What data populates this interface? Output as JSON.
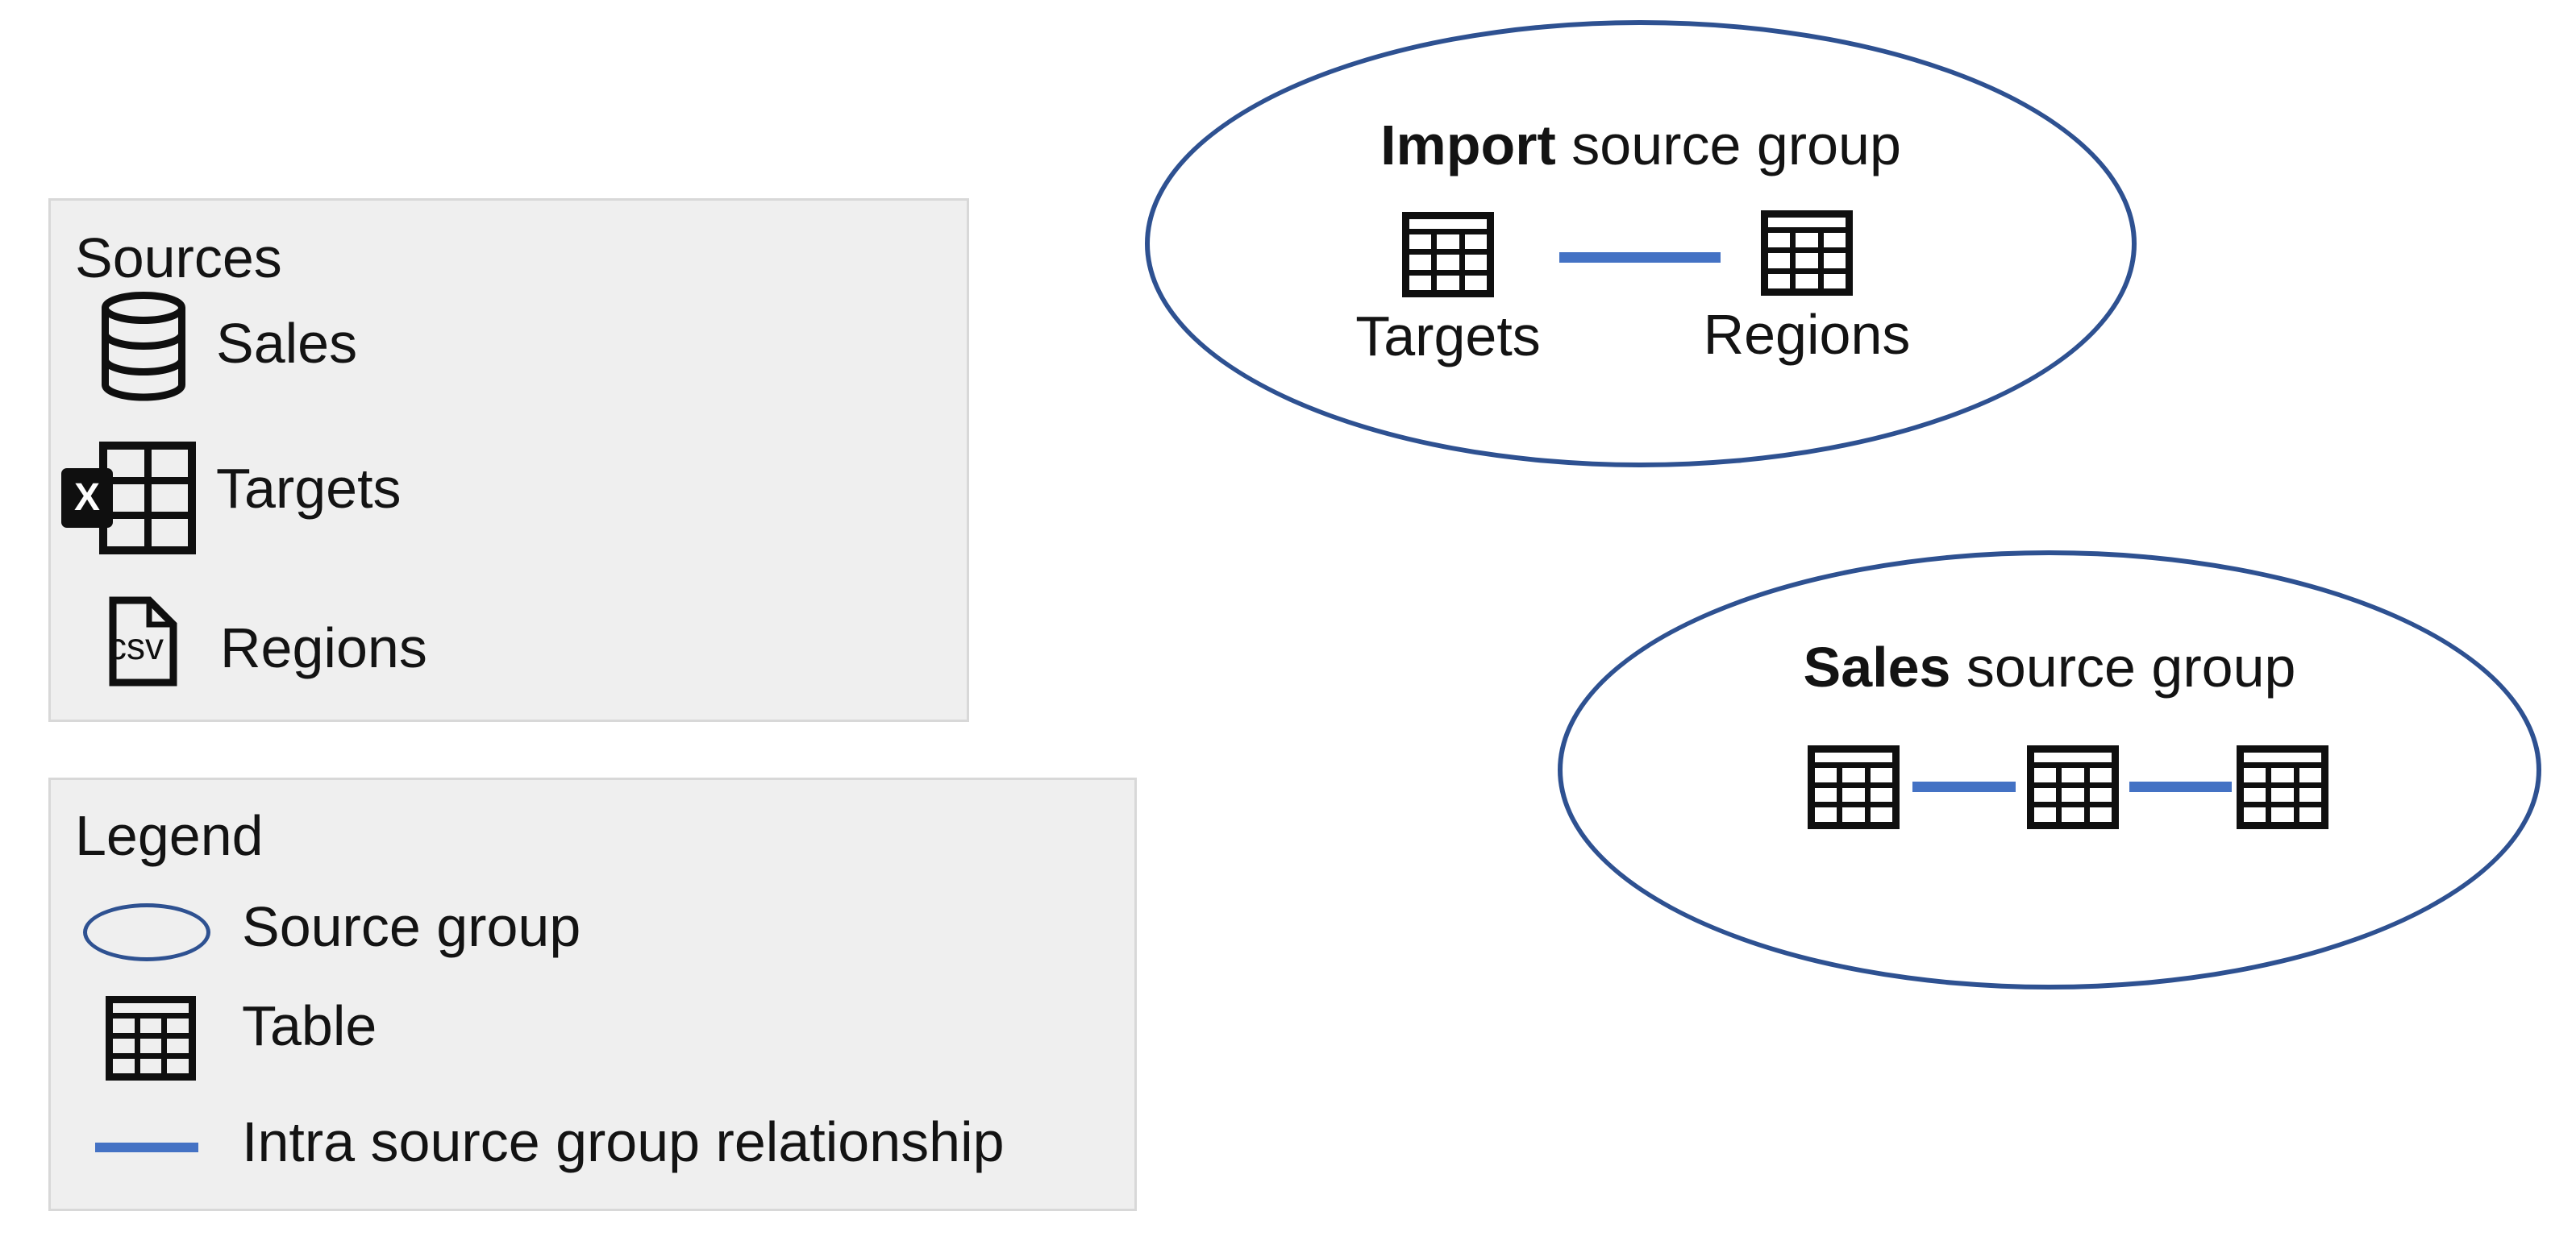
{
  "colors": {
    "panel_background": "#efefef",
    "panel_border": "#d8d8d8",
    "source_group_ellipse": "#2e5191",
    "intra_relationship_line": "#4472c4",
    "icon_black": "#0f0f0f",
    "text": "#131313"
  },
  "sources_panel": {
    "title": "Sources",
    "items": [
      {
        "label": "Sales",
        "icon": "database-icon"
      },
      {
        "label": "Targets",
        "icon": "excel-icon",
        "icon_text": "X"
      },
      {
        "label": "Regions",
        "icon": "csv-file-icon",
        "icon_text": "csv"
      }
    ]
  },
  "legend_panel": {
    "title": "Legend",
    "items": [
      {
        "label": "Source group",
        "swatch": "ellipse"
      },
      {
        "label": "Table",
        "swatch": "table-icon"
      },
      {
        "label": "Intra source group relationship",
        "swatch": "blue-line"
      }
    ]
  },
  "groups": [
    {
      "title_bold": "Import",
      "title_rest": " source group",
      "tables": [
        {
          "label": "Targets"
        },
        {
          "label": "Regions"
        }
      ],
      "relationships": 1
    },
    {
      "title_bold": "Sales",
      "title_rest": " source group",
      "tables": [
        {},
        {},
        {}
      ],
      "relationships": 2
    }
  ]
}
